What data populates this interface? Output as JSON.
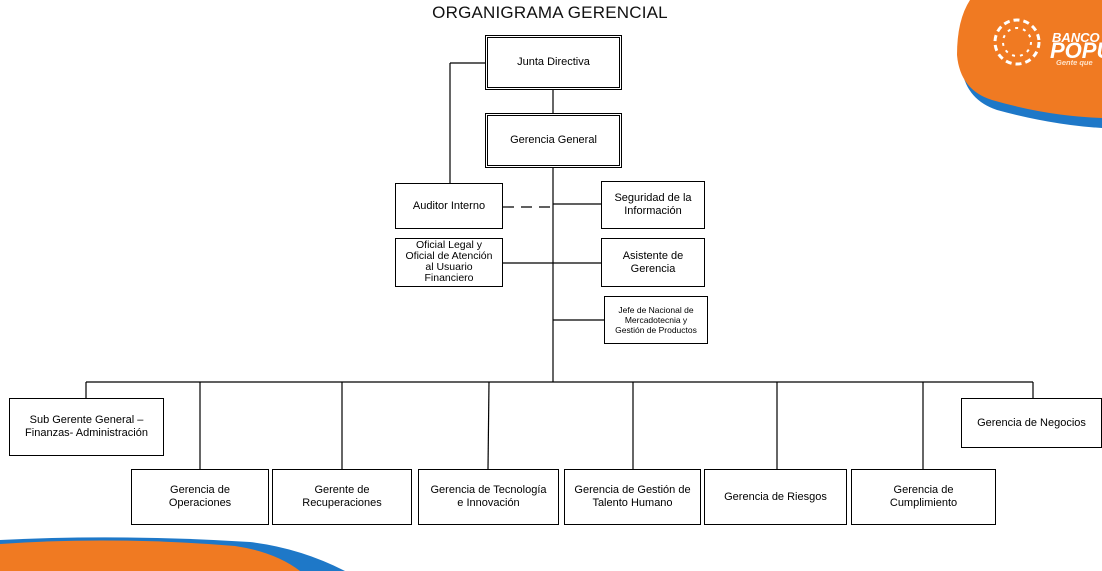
{
  "title": "ORGANIGRAMA GERENCIAL",
  "logo": {
    "line1": "BANCO",
    "line2": "POPULA",
    "tagline": "Gente que",
    "colors": {
      "orange": "#F07A22",
      "blue": "#1E78C8"
    }
  },
  "nodes": {
    "junta": "Junta Directiva",
    "gerencia_general": "Gerencia General",
    "auditor": "Auditor Interno",
    "seguridad": "Seguridad de la\nInformación",
    "oficial": "Oficial Legal  y\nOficial de Atención\nal Usuario\nFinanciero",
    "asistente": "Asistente de\nGerencia",
    "jefe_mercadotecnia": "Jefe de Nacional de\nMercadotecnia y\nGestión de Productos",
    "sub_gerente": "Sub Gerente General –\nFinanzas- Administración",
    "gerencia_negocios": "Gerencia de Negocios",
    "operaciones": "Gerencia de\nOperaciones",
    "recuperaciones": "Gerente de\nRecuperaciones",
    "tecnologia": "Gerencia de Tecnología\ne Innovación",
    "talento": "Gerencia de Gestión de\nTalento Humano",
    "riesgos": "Gerencia de Riesgos",
    "cumplimiento": "Gerencia de\nCumplimiento"
  }
}
